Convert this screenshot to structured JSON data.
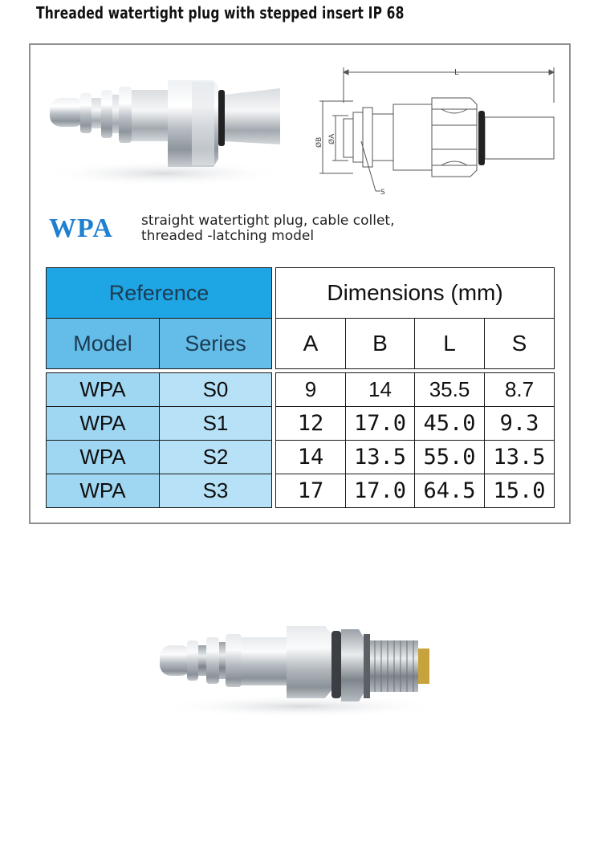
{
  "page": {
    "title": "Threaded watertight plug with stepped insert IP 68"
  },
  "brand": {
    "logo": "WPA",
    "desc_line1": "straight watertight plug, cable collet,",
    "desc_line2": "threaded -latching model"
  },
  "drawing": {
    "label_L": "L",
    "label_B": "ØB",
    "label_A": "ØA",
    "label_S": "S"
  },
  "table": {
    "reference_header": "Reference",
    "dimensions_header": "Dimensions (mm)",
    "col_model": "Model",
    "col_series": "Series",
    "col_a": "A",
    "col_b": "B",
    "col_l": "L",
    "col_s": "S",
    "rows": [
      {
        "model": "WPA",
        "series": "S0",
        "a": "9",
        "b": "14",
        "l": "35.5",
        "s": "8.7"
      },
      {
        "model": "WPA",
        "series": "S1",
        "a": "12",
        "b": "17.0",
        "l": "45.0",
        "s": "9.3"
      },
      {
        "model": "WPA",
        "series": "S2",
        "a": "14",
        "b": "13.5",
        "l": "55.0",
        "s": "13.5"
      },
      {
        "model": "WPA",
        "series": "S3",
        "a": "17",
        "b": "17.0",
        "l": "64.5",
        "s": "15.0"
      }
    ]
  },
  "colors": {
    "brand_blue": "#1f7fd0",
    "ref_header": "#1ea5e3",
    "ref_sub": "#63bde8",
    "ref_cell": "#9fd6f2"
  }
}
